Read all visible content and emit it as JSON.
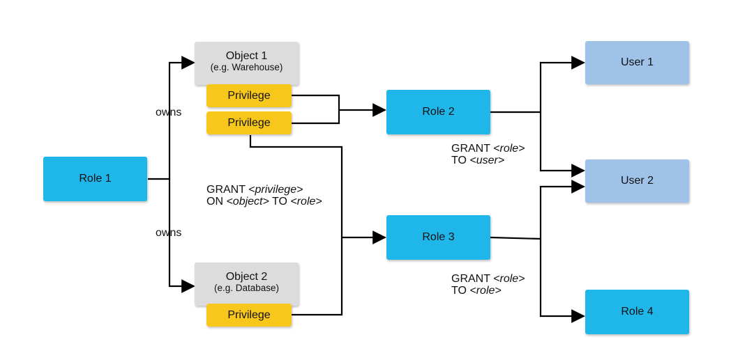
{
  "nodes": {
    "role_1": "Role 1",
    "role_2": "Role 2",
    "role_3": "Role 3",
    "role_4": "Role 4",
    "user_1": "User 1",
    "user_2": "User 2",
    "object_1": {
      "title": "Object 1",
      "subtitle": "(e.g. Warehouse)"
    },
    "object_2": {
      "title": "Object 2",
      "subtitle": "(e.g. Database)"
    },
    "privilege": "Privilege"
  },
  "labels": {
    "owns": "owns",
    "grant_privilege": {
      "line1_prefix": "GRANT ",
      "line1_placeholder": "<privilege>",
      "line2_prefix": "ON ",
      "line2_placeholder": "<object>",
      "line2_middle": " TO ",
      "line2_placeholder2": "<role>"
    },
    "grant_role_user": {
      "line1_prefix": "GRANT ",
      "line1_placeholder": "<role>",
      "line2_prefix": "TO ",
      "line2_placeholder": "<user>"
    },
    "grant_role_role": {
      "line1_prefix": "GRANT ",
      "line1_placeholder": "<role>",
      "line2_prefix": "TO ",
      "line2_placeholder": "<role>"
    }
  },
  "colors": {
    "role": "#1fb6ea",
    "user": "#9fc3e8",
    "object": "#dcdcdc",
    "privilege": "#f7c81b",
    "connector": "#000000"
  }
}
